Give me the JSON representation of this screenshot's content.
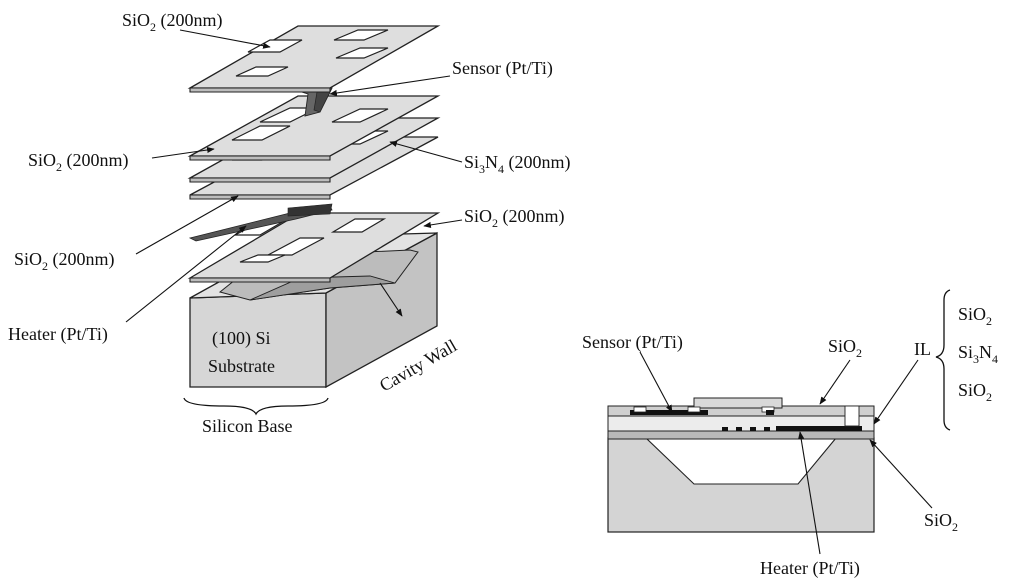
{
  "exploded_view": {
    "labels": {
      "sio2_top": {
        "main": "SiO",
        "sub": "2",
        "rest": " (200nm)"
      },
      "sensor": "Sensor (Pt/Ti)",
      "sio2_left_upper": {
        "main": "SiO",
        "sub": "2",
        "rest": " (200nm)"
      },
      "si3n4": {
        "a": "Si",
        "sub1": "3",
        "b": "N",
        "sub2": "4",
        "rest": " (200nm)"
      },
      "sio2_left_lower": {
        "main": "SiO",
        "sub": "2",
        "rest": " (200nm)"
      },
      "sio2_right": {
        "main": "SiO",
        "sub": "2",
        "rest": " (200nm)"
      },
      "heater": "Heater (Pt/Ti)",
      "substrate_line1": "(100) Si",
      "substrate_line2": "Substrate",
      "cavity_wall": "Cavity Wall",
      "silicon_base": "Silicon Base"
    }
  },
  "cross_section": {
    "labels": {
      "sensor": "Sensor (Pt/Ti)",
      "sio2_top": {
        "main": "SiO",
        "sub": "2"
      },
      "il": "IL",
      "il_items": [
        {
          "main": "SiO",
          "sub": "2"
        },
        {
          "a": "Si",
          "sub1": "3",
          "b": "N",
          "sub2": "4"
        },
        {
          "main": "SiO",
          "sub": "2"
        }
      ],
      "sio2_bottom": {
        "main": "SiO",
        "sub": "2"
      },
      "heater": "Heater (Pt/Ti)"
    }
  },
  "colors": {
    "layer_fill": "#dedede",
    "substrate_fill": "#d4d4d4",
    "metal_fill": "#111111",
    "line": "#222222"
  }
}
